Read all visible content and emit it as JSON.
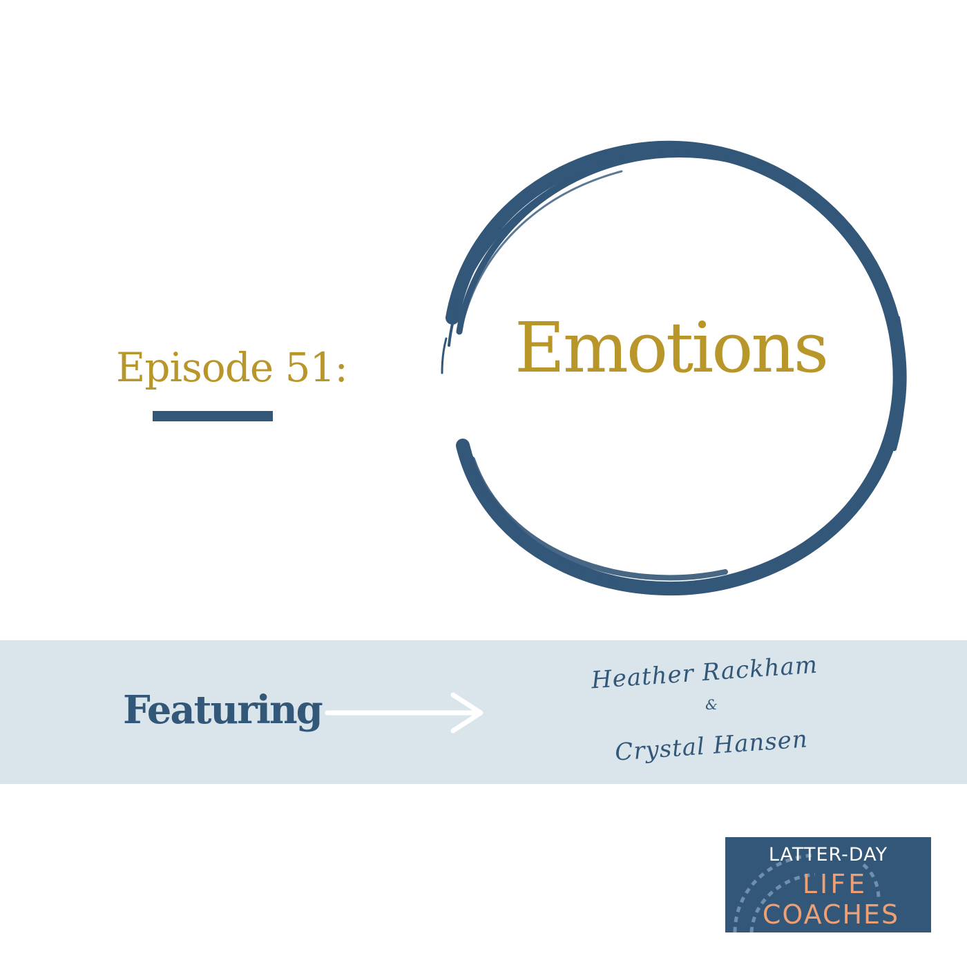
{
  "episode": {
    "label": "Episode 51:"
  },
  "title": "Emotions",
  "featuring": {
    "label": "Featuring",
    "host_1": "Heather Rackham",
    "ampersand": "&",
    "host_2": "Crystal Hansen"
  },
  "logo": {
    "line_1": "LATTER-DAY",
    "line_2": "LIFE",
    "line_3": "COACHES"
  },
  "colors": {
    "navy": "#335778",
    "gold": "#B8962A",
    "band": "#DAE4EB",
    "logo_accent": "#EE9F73"
  }
}
